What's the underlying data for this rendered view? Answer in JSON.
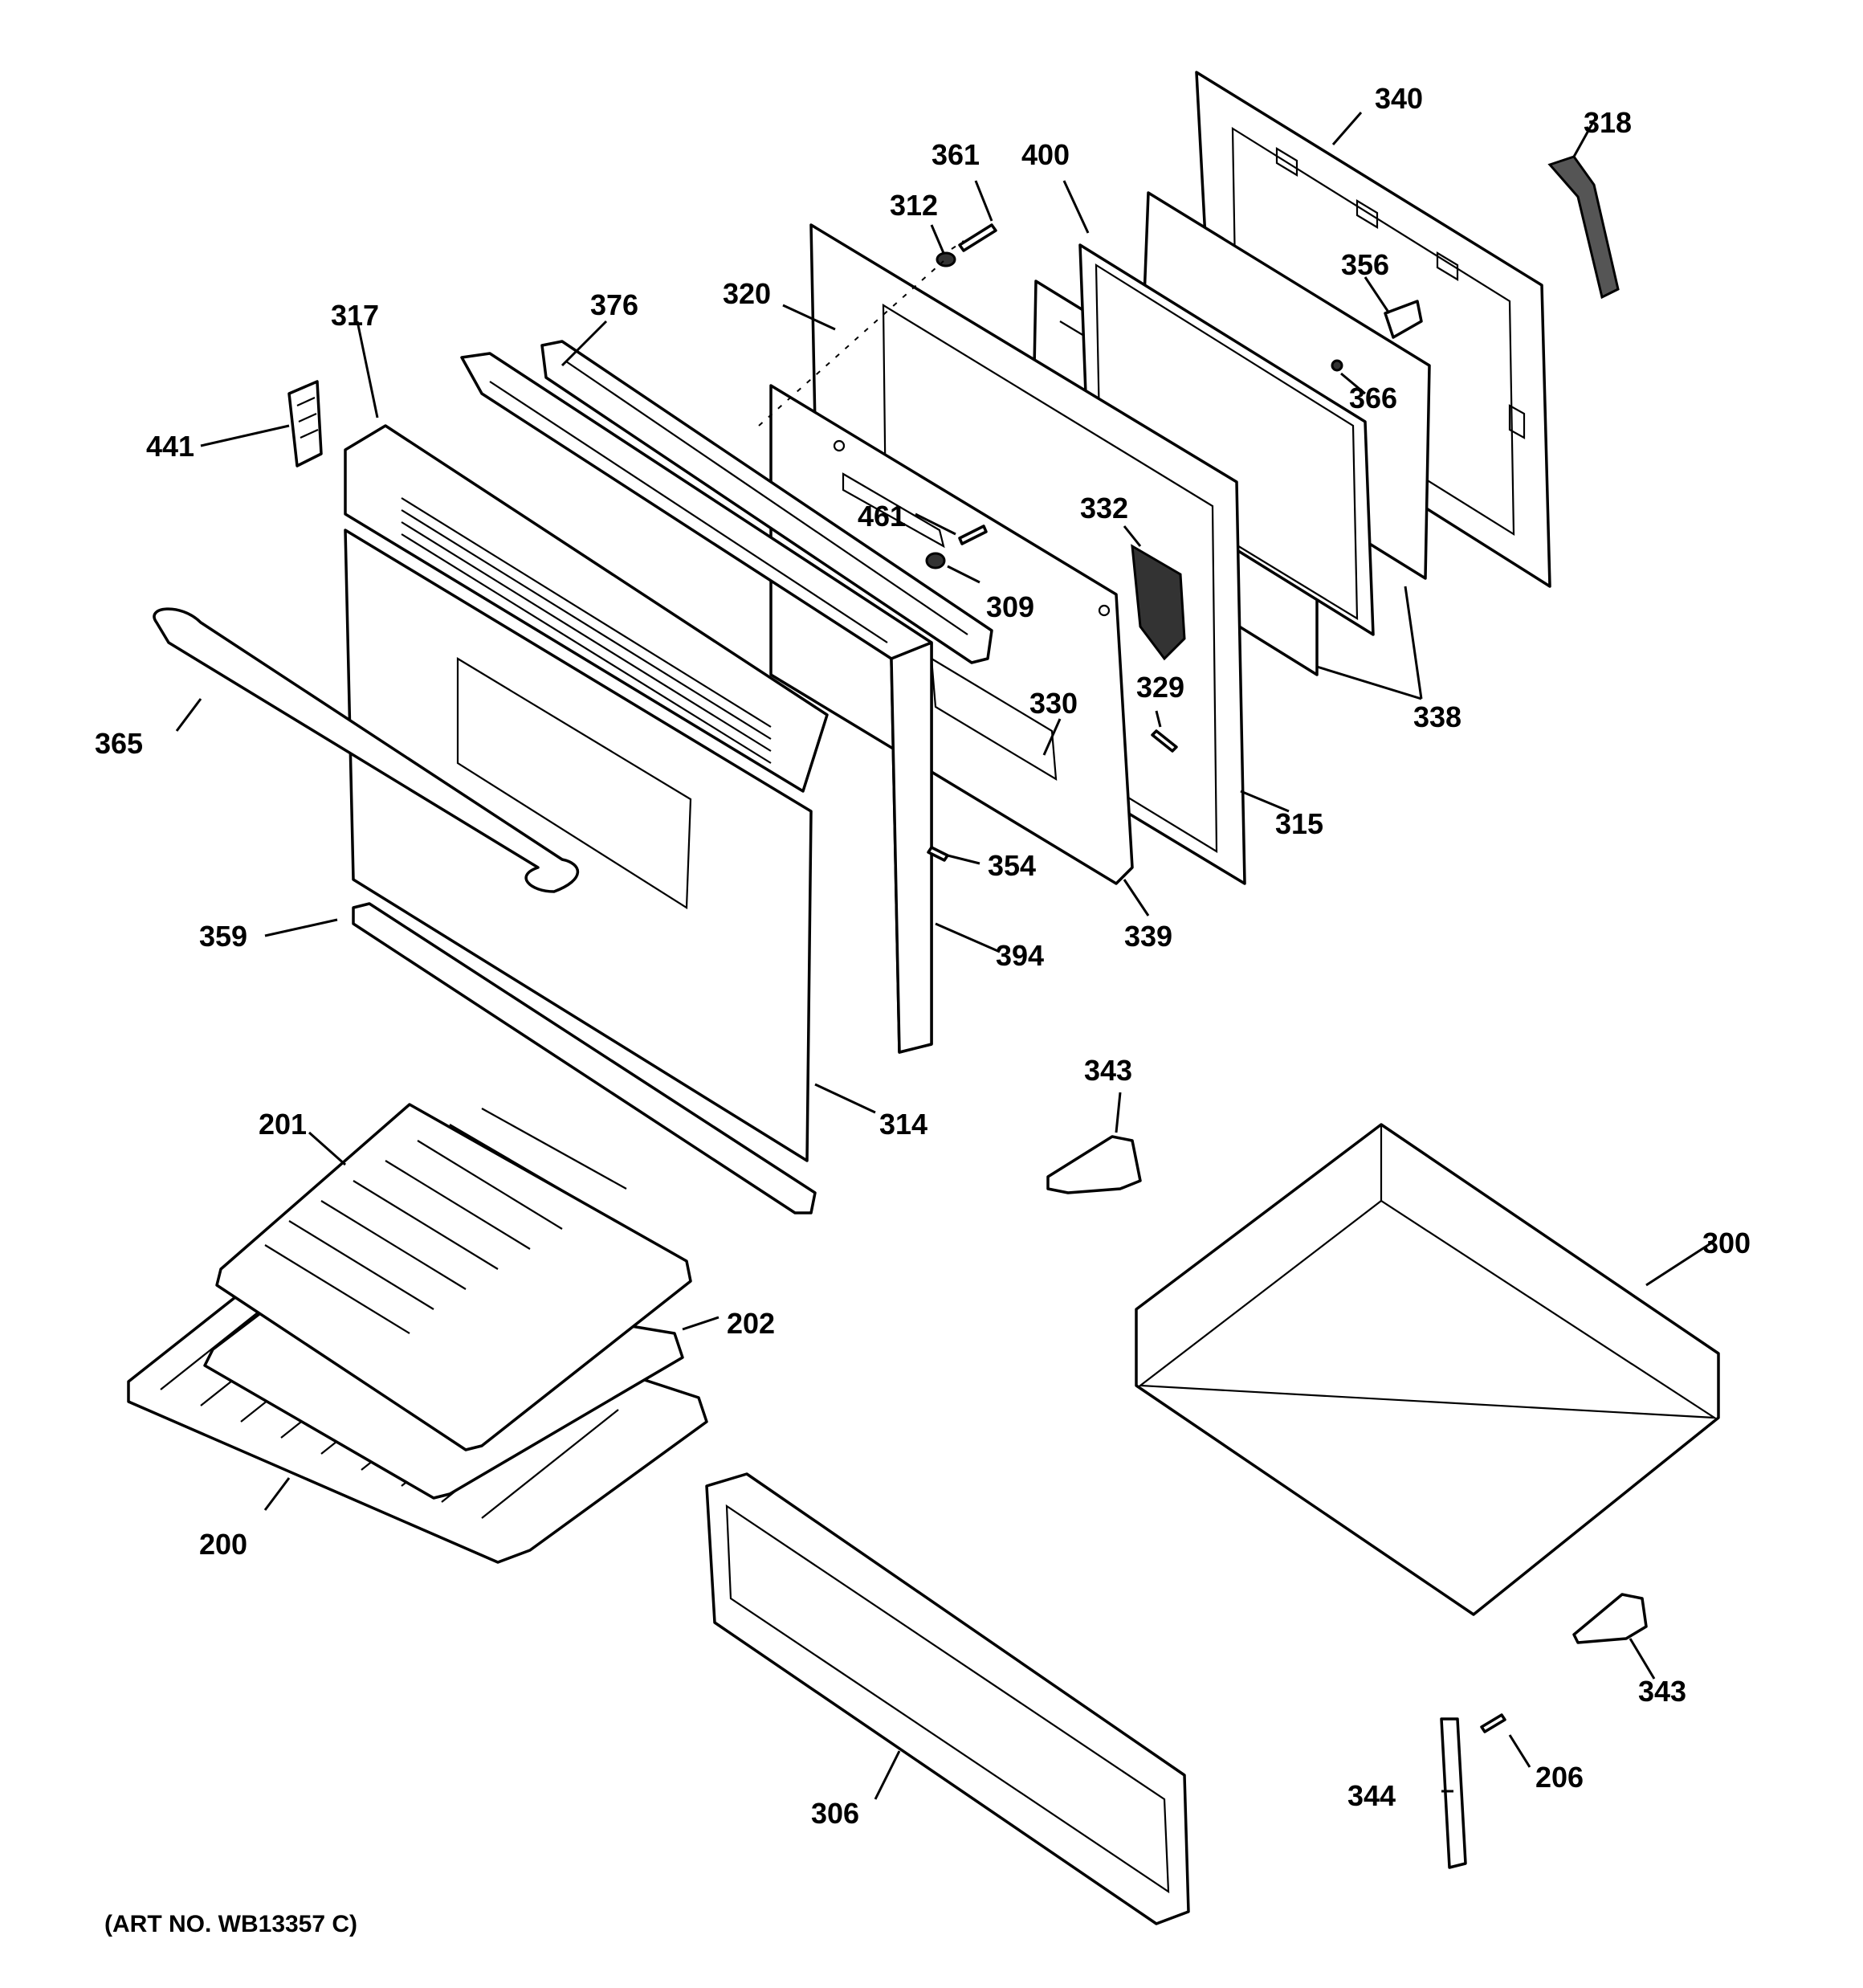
{
  "diagram": {
    "art_number": "(ART NO. WB13357 C)",
    "callouts": {
      "p200": "200",
      "p201": "201",
      "p202": "202",
      "p206": "206",
      "p300": "300",
      "p306": "306",
      "p309": "309",
      "p312": "312",
      "p314": "314",
      "p315": "315",
      "p317": "317",
      "p318": "318",
      "p320": "320",
      "p329": "329",
      "p330": "330",
      "p332": "332",
      "p338": "338",
      "p339": "339",
      "p340": "340",
      "p343a": "343",
      "p343b": "343",
      "p344": "344",
      "p354": "354",
      "p356": "356",
      "p359": "359",
      "p361": "361",
      "p365": "365",
      "p366": "366",
      "p376": "376",
      "p394": "394",
      "p400": "400",
      "p441": "441",
      "p461": "461"
    }
  }
}
